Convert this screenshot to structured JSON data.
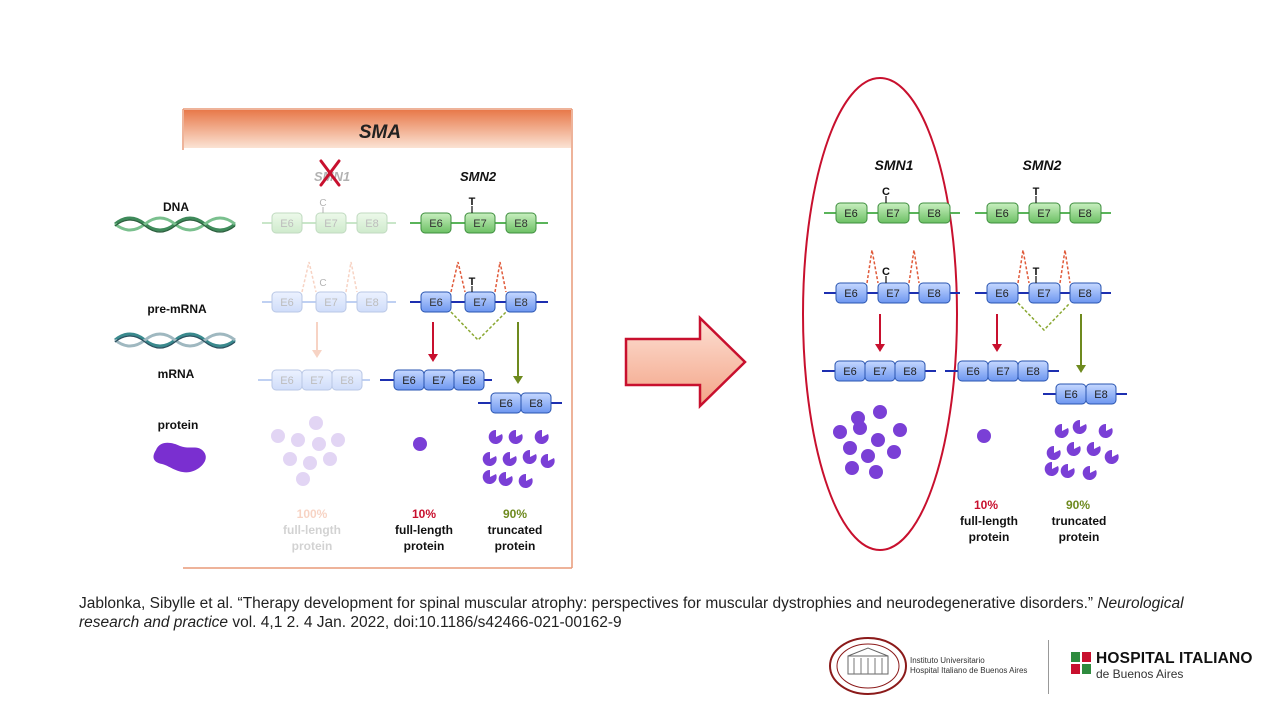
{
  "left_panel": {
    "header": "SMA",
    "gene1": "SMN1",
    "gene2": "SMN2",
    "row_labels": {
      "dna": "DNA",
      "premrna": "pre-mRNA",
      "mrna": "mRNA",
      "protein": "protein"
    },
    "exons": {
      "e6": "E6",
      "e7": "E7",
      "e8": "E8"
    },
    "nt_c": "C",
    "nt_t": "T",
    "pct_faded": "100%",
    "pct_red": "10%",
    "pct_green": "90%",
    "lbl_full1": "full-length",
    "lbl_full2": "protein",
    "lbl_trunc1": "truncated",
    "lbl_trunc2": "protein"
  },
  "right_panel": {
    "gene1": "SMN1",
    "gene2": "SMN2",
    "exons": {
      "e6": "E6",
      "e7": "E7",
      "e8": "E8"
    },
    "nt_c": "C",
    "nt_t": "T",
    "pct_red": "10%",
    "pct_green": "90%",
    "lbl_full1": "full-length",
    "lbl_full2": "protein",
    "lbl_trunc1": "truncated",
    "lbl_trunc2": "protein"
  },
  "colors": {
    "green": "#5ab45a",
    "blue": "#3a6fd8",
    "red": "#c8102e",
    "olive": "#6e8a1e",
    "purple": "#8a4fd8",
    "orange": "#e8794a"
  },
  "citation": {
    "text": "Jablonka, Sibylle et al. “Therapy development for spinal muscular atrophy: perspectives for muscular dystrophies and neurodegenerative disorders.” ",
    "journal": "Neurological research and practice",
    "tail": " vol. 4,1 2. 4 Jan. 2022, doi:10.1186/s42466-021-00162-9"
  },
  "logos": {
    "institute_line1": "Instituto Universitario",
    "institute_line2": "Hospital Italiano de Buenos Aires",
    "hospital_name": "HOSPITAL ITALIANO",
    "hospital_sub": "de Buenos Aires"
  }
}
